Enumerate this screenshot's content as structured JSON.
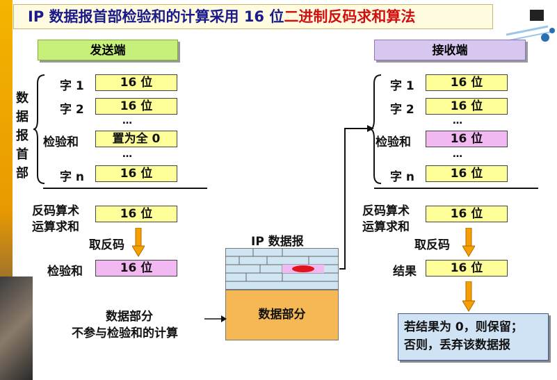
{
  "title": {
    "prefix": "IP 数据报首部检验和的计算采用 16 位",
    "highlight": "二进制反码求和算法"
  },
  "sender": {
    "header": "发送端",
    "vertical_label": [
      "数",
      "据",
      "报",
      "首",
      "部"
    ],
    "rows": [
      {
        "label": "字 1",
        "value": "16 位"
      },
      {
        "label": "字 2",
        "value": "16 位"
      },
      {
        "label": "检验和",
        "value": "置为全 0"
      },
      {
        "label": "字 n",
        "value": "16 位"
      }
    ],
    "dots": "…",
    "sum_label": [
      "反码算术",
      "运算求和"
    ],
    "sum_value": "16 位",
    "complement_label": "取反码",
    "checksum_label": "检验和",
    "checksum_value": "16 位"
  },
  "receiver": {
    "header": "接收端",
    "rows": [
      {
        "label": "字 1",
        "value": "16 位"
      },
      {
        "label": "字 2",
        "value": "16 位"
      },
      {
        "label": "检验和",
        "value": "16 位"
      },
      {
        "label": "字 n",
        "value": "16 位"
      }
    ],
    "dots": "…",
    "sum_label": [
      "反码算术",
      "运算求和"
    ],
    "sum_value": "16 位",
    "complement_label": "取反码",
    "result_label": "结果",
    "result_value": "16 位",
    "decision": [
      "若结果为 0，则保留；",
      "否则，丢弃该数据报"
    ]
  },
  "datagram": {
    "label": "IP 数据报",
    "data_part": "数据部分",
    "note": [
      "数据部分",
      "不参与检验和的计算"
    ]
  },
  "colors": {
    "sender_header": "#c7f07a",
    "receiver_header": "#d6c6f0",
    "word_box": "#ffff99",
    "checksum_box": "#f2b8f2",
    "data_part": "#f5b855",
    "arrow": "#f5a000"
  }
}
